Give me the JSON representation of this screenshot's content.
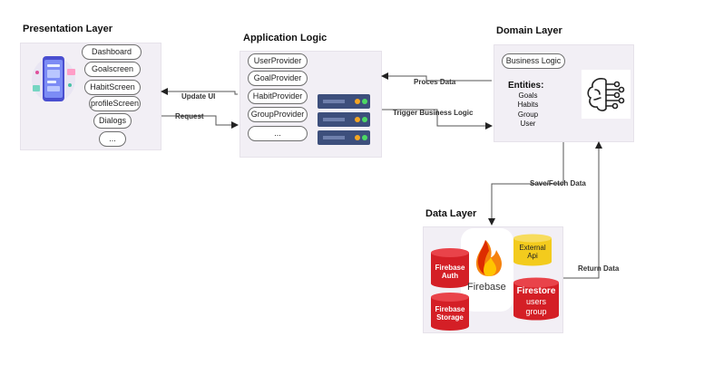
{
  "titles": {
    "presentation": "Presentation Layer",
    "application": "Application Logic",
    "domain": "Domain Layer",
    "data": "Data Layer"
  },
  "presentation": {
    "items": [
      "Dashboard",
      "Goalscreen",
      "HabitScreen",
      "profileScreen",
      "Dialogs",
      "..."
    ]
  },
  "application": {
    "providers": [
      "UserProvider",
      "GoalProvider",
      "HabitProvider",
      "GroupProvider",
      "..."
    ]
  },
  "domain": {
    "business_logic": "Business Logic",
    "entities_title": "Entities:",
    "entities": [
      "Goals",
      "Habits",
      "Group",
      "User"
    ]
  },
  "data_layer": {
    "firebase_auth": "Firebase Auth",
    "firebase_storage": "Firebase Storage",
    "firebase_logo_text": "Firebase",
    "external_api": "External Api",
    "firestore": "Firestore",
    "firestore_items": [
      "users",
      "group"
    ]
  },
  "arrows": {
    "update_ui": "Update UI",
    "request": "Request",
    "proces_data": "Proces Data",
    "trigger": "Trigger Business Logic",
    "save_fetch": "Save/Fetch Data",
    "return_data": "Return Data"
  },
  "colors": {
    "panel": "#f2eff5",
    "db_red": "#d41f26",
    "server_blue": "#3d4f7c",
    "external_yellow": "#f3cb1d"
  }
}
